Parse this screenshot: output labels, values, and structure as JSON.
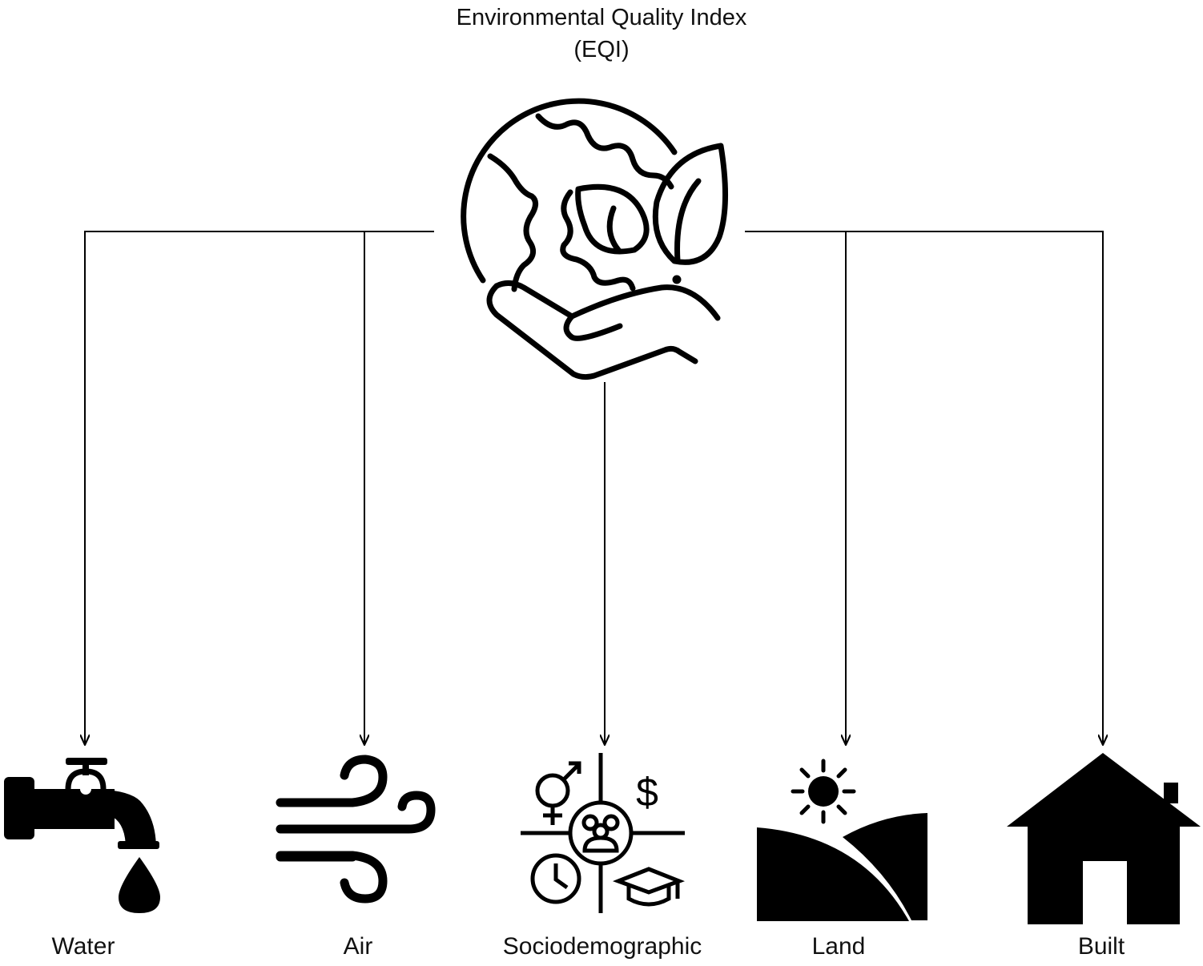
{
  "title": {
    "line1": "Environmental Quality Index",
    "line2": "(EQI)"
  },
  "root": {
    "icon": "earth-in-hand-with-leaves-icon"
  },
  "categories": [
    {
      "label": "Water",
      "icon": "water-faucet-icon"
    },
    {
      "label": "Air",
      "icon": "wind-icon"
    },
    {
      "label": "Sociodemographic",
      "icon": "sociodemographic-icon"
    },
    {
      "label": "Land",
      "icon": "land-sun-hills-icon"
    },
    {
      "label": "Built",
      "icon": "house-icon"
    }
  ],
  "colors": {
    "stroke": "#000000",
    "background": "#ffffff"
  }
}
